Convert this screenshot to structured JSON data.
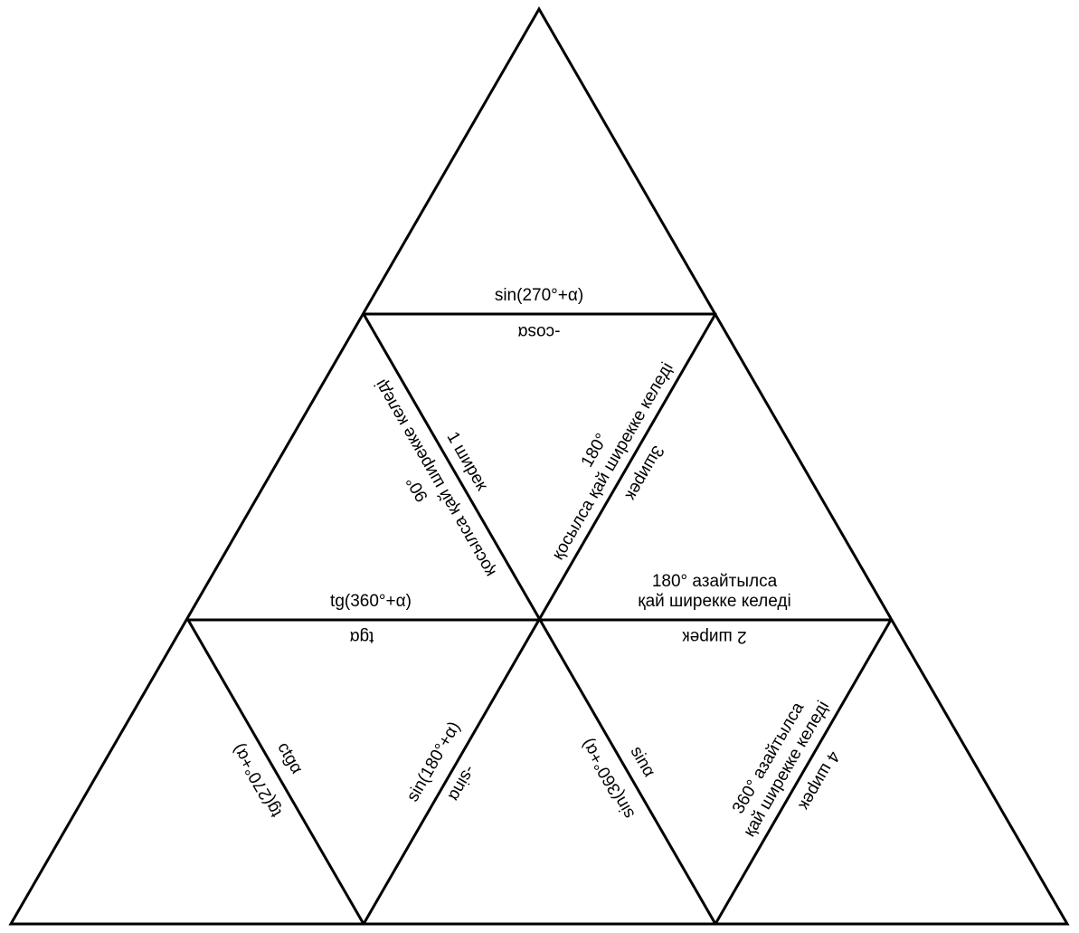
{
  "diagram": {
    "top_h": {
      "above": "sin(270°+α)",
      "below": "-cosα"
    },
    "mid_left_slant": {
      "inner": "1 ширек",
      "outer_line1": "90°",
      "outer_line2": "қосылса қай ширекке келеді"
    },
    "mid_right_slant": {
      "outer_line1": "180°",
      "outer_line2": "қосылса қай ширекке келеді",
      "inner": "3ширек"
    },
    "mid_h_left": {
      "above": "tg(360°+α)",
      "below": "tgα"
    },
    "mid_h_right": {
      "above_line1": "180° азайтылса",
      "above_line2": "қай ширекке келеді",
      "below": "2 ширек"
    },
    "bottom_1": {
      "right": "ctgα",
      "left": "tg(270°+α)"
    },
    "bottom_2": {
      "left": "sin(180°+α)",
      "right": "-sinα"
    },
    "bottom_3": {
      "right": "sinα",
      "left": "sin(360°+α)"
    },
    "bottom_4": {
      "left_line1": "360° азайтылса",
      "left_line2": "қай ширекке келеді",
      "right": "4 ширек"
    }
  }
}
